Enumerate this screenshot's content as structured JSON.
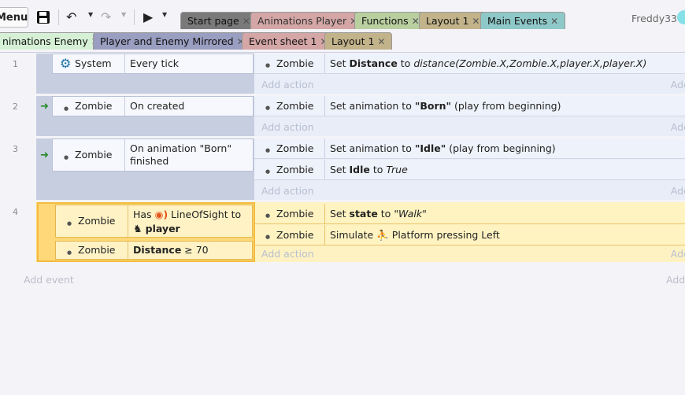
{
  "toolbar": {
    "menu_label": "Menu",
    "user": "Freddy33"
  },
  "tabs_row1": [
    {
      "label": "Start page",
      "color": "#7a7a7a"
    },
    {
      "label": "Animations Player",
      "color": "#d4a6a6"
    },
    {
      "label": "Functions",
      "color": "#b9cfa0"
    },
    {
      "label": "Layout 1",
      "color": "#c2b38a"
    },
    {
      "label": "Main Events",
      "color": "#8fc8c8"
    }
  ],
  "tabs_row2": [
    {
      "label": "nimations Enemy",
      "color": "#d6f0d6"
    },
    {
      "label": "Player and Enemy Mirrored",
      "color": "#9a9ec0"
    },
    {
      "label": "Event sheet 1",
      "color": "#d4a6a6"
    },
    {
      "label": "Layout 1",
      "color": "#c2b38a"
    }
  ],
  "events": [
    {
      "number": "1",
      "conditions": [
        {
          "object": "System",
          "text": "Every tick"
        }
      ],
      "actions": [
        {
          "object": "Zombie",
          "prefix": "Set ",
          "bold": "Distance",
          "mid": " to ",
          "italic": "distance(Zombie.X,Zombie.X,player.X,player.X)",
          "suffix": ""
        }
      ]
    },
    {
      "number": "2",
      "conditions": [
        {
          "object": "Zombie",
          "text": "On created"
        }
      ],
      "actions": [
        {
          "object": "Zombie",
          "prefix": "Set animation to ",
          "bold": "\"Born\"",
          "mid": " (play from beginning)",
          "italic": "",
          "suffix": ""
        }
      ]
    },
    {
      "number": "3",
      "conditions": [
        {
          "object": "Zombie",
          "text_line1": "On animation \"Born\"",
          "text_line2": "finished"
        }
      ],
      "actions": [
        {
          "object": "Zombie",
          "prefix": "Set animation to ",
          "bold": "\"Idle\"",
          "mid": " (play from beginning)",
          "italic": "",
          "suffix": ""
        },
        {
          "object": "Zombie",
          "prefix": "Set ",
          "bold": "Idle",
          "mid": " to ",
          "italic": "True",
          "suffix": ""
        }
      ]
    },
    {
      "number": "4",
      "conditions": [
        {
          "object": "Zombie",
          "prefix": "Has ",
          "behavior": "LineOfSight",
          "mid": " to",
          "target": "player"
        },
        {
          "object": "Zombie",
          "bold": "Distance",
          "text": " ≥ 70"
        }
      ],
      "actions": [
        {
          "object": "Zombie",
          "prefix": "Set ",
          "bold": "state",
          "mid": " to ",
          "italic": "\"Walk\"",
          "suffix": ""
        },
        {
          "object": "Zombie",
          "prefix": "Simulate ",
          "behavior": "Platform",
          "suffix": " pressing Left"
        }
      ]
    }
  ],
  "labels": {
    "add_action": "Add action",
    "add_action_short": "Add",
    "add_event": "Add event",
    "add_event_short": "Add"
  }
}
